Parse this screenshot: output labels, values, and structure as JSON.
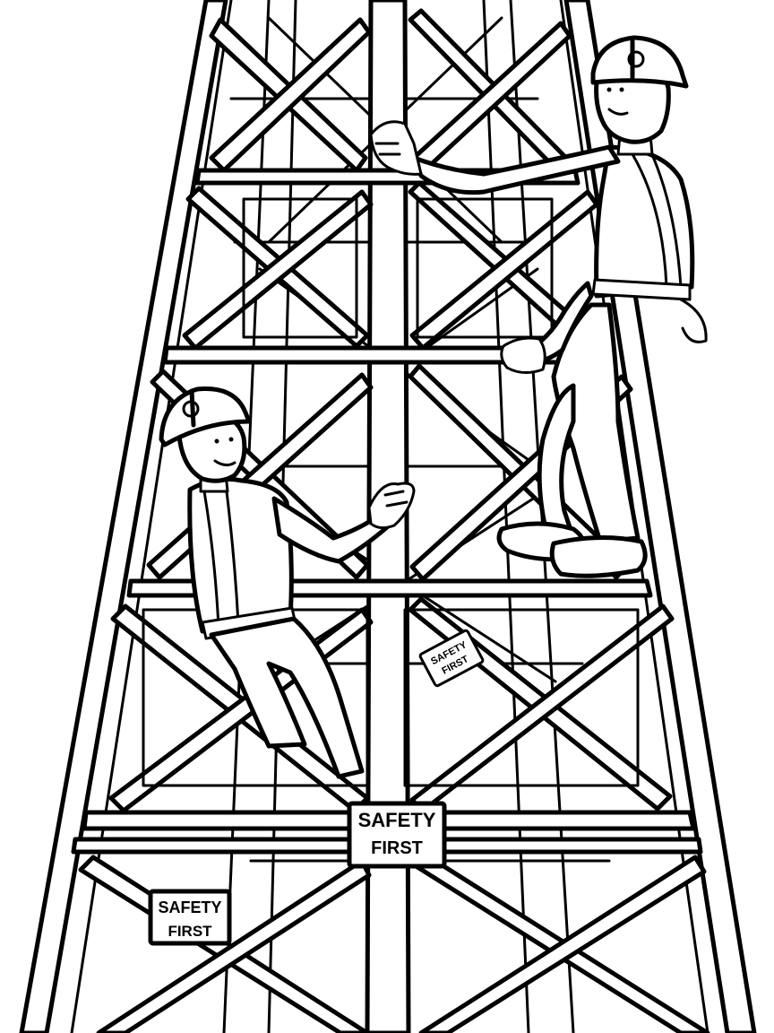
{
  "illustration": {
    "style": "black-and-white line art coloring page",
    "ink_color": "#000000",
    "paper_color": "#ffffff"
  },
  "signs": {
    "center": {
      "line1": "SAFETY",
      "line2": "FIRST"
    },
    "lower_left": {
      "line1": "SAFETY",
      "line2": "FIRST"
    },
    "small_tilted": {
      "line1": "SAFETY",
      "line2": "FIRST"
    }
  }
}
